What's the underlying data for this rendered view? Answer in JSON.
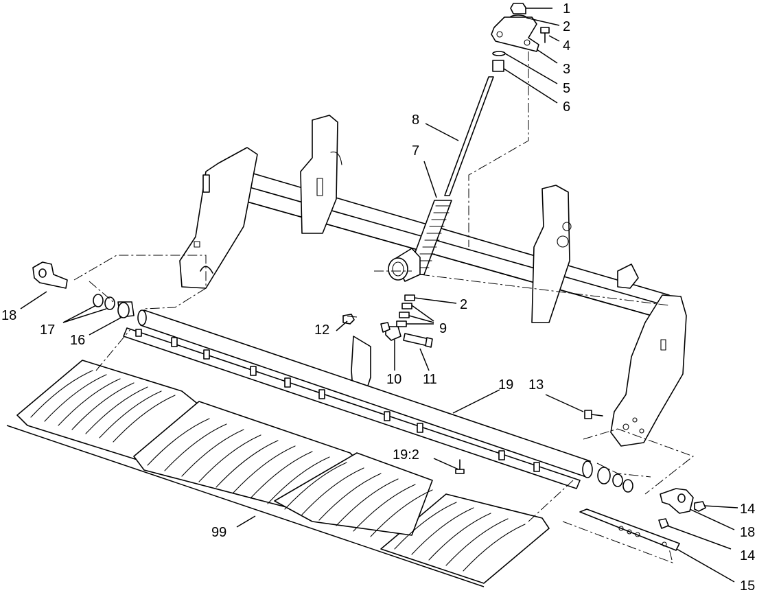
{
  "callouts": {
    "c1": "1",
    "c2_top": "2",
    "c4": "4",
    "c3": "3",
    "c5": "5",
    "c6": "6",
    "c8": "8",
    "c7": "7",
    "c2_mid": "2",
    "c9": "9",
    "c12": "12",
    "c10": "10",
    "c11": "11",
    "c18_left": "18",
    "c17": "17",
    "c16": "16",
    "c19": "19",
    "c13": "13",
    "c19_2": "19:2",
    "c99": "99",
    "c14_top": "14",
    "c18_right": "18",
    "c14_bottom": "14",
    "c15": "15"
  }
}
